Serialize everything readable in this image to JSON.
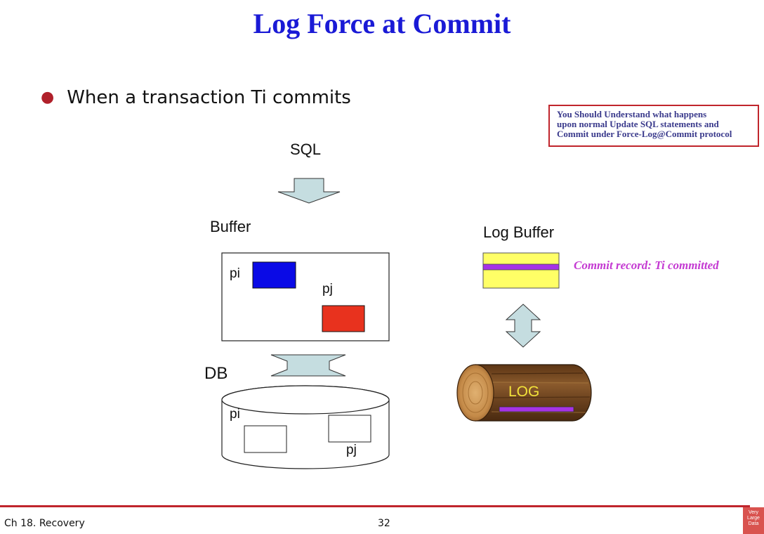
{
  "slide": {
    "title": "Log Force at Commit",
    "bullet": "When a transaction Ti commits",
    "note_lines": [
      "You Should Understand what happens",
      "upon normal Update SQL statements and",
      "Commit under Force-Log@Commit protocol"
    ]
  },
  "diagram": {
    "sql_label": "SQL",
    "buffer_label": "Buffer",
    "buffer_page_labels": [
      "pi",
      "pj"
    ],
    "db_label": "DB",
    "db_page_labels": [
      "pi",
      "pj"
    ],
    "log_buffer_label": "Log Buffer",
    "commit_record_label": "Commit record: Ti committed",
    "log_label": "LOG"
  },
  "colors": {
    "title": "#1a1ad6",
    "arrow_fill": "#c5dde0",
    "page_pi": "#0a0ae6",
    "page_pj": "#e8321e",
    "log_buffer": "#ffff66",
    "commit_record": "#a633e6",
    "log_wood": "#7a4a22",
    "accent_red": "#c0252c"
  },
  "footer": {
    "chapter": "Ch 18. Recovery",
    "page": "32",
    "badge_lines": [
      "Very",
      "Large",
      "Data"
    ]
  }
}
